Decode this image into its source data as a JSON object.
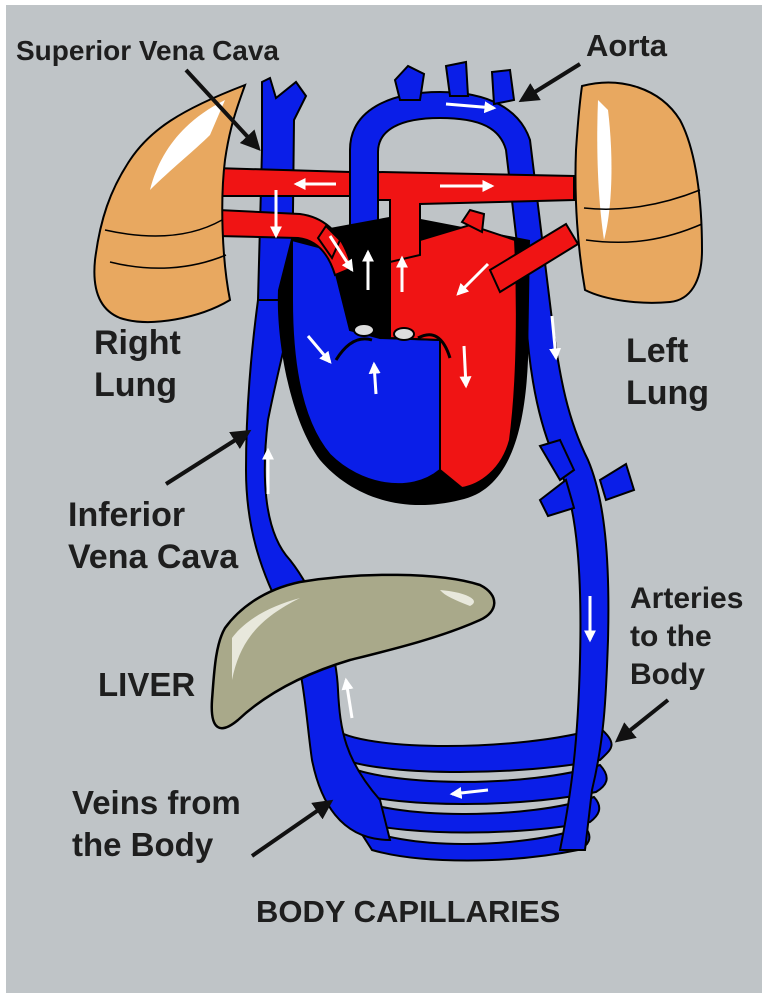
{
  "diagram": {
    "labels": {
      "superior_vena_cava": "Superior Vena Cava",
      "aorta": "Aorta",
      "right_lung_1": "Right",
      "right_lung_2": "Lung",
      "left_lung_1": "Left",
      "left_lung_2": "Lung",
      "inferior_vena_cava_1": "Inferior",
      "inferior_vena_cava_2": "Vena Cava",
      "liver": "LIVER",
      "arteries_1": "Arteries",
      "arteries_2": "to the",
      "arteries_3": "Body",
      "veins_1": "Veins from",
      "veins_2": "the Body",
      "body_capillaries": "BODY CAPILLARIES"
    },
    "colors": {
      "background": "#bfc4c7",
      "deoxygenated_blood": "#0a1ee8",
      "oxygenated_blood": "#f01414",
      "lung": "#e8a860",
      "liver": "#a9a98a",
      "outline": "#000000",
      "flow_arrow": "#ffffff"
    }
  }
}
